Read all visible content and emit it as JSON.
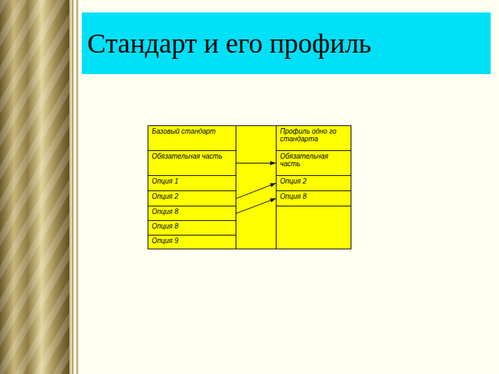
{
  "diagram": {
    "title": "Стандарт и его профиль",
    "nodes": [
      {
        "text": [
          "Стандарт и его профиль"
        ]
      },
      {
        "text": [
          "Базовый стандарт"
        ]
      },
      {
        "text": [
          "Профиль одно го стандарта"
        ]
      },
      {
        "text": [
          "Обязательная часть"
        ]
      },
      {
        "text": [
          "Обязательная часть"
        ]
      },
      {
        "text": [
          "Опция 1"
        ]
      },
      {
        "text": [
          "Опция 2"
        ]
      },
      {
        "text": [
          "Опция 2"
        ]
      },
      {
        "text": [
          "Опция 8"
        ]
      },
      {
        "text": [
          "Опция 8"
        ]
      },
      {
        "text": [
          "Опция 8"
        ]
      },
      {
        "text": [
          "Опция 9"
        ]
      }
    ],
    "edges": [
      {
        "from": 3,
        "to": 4,
        "arrow": "to"
      },
      {
        "from": 7,
        "to": 6,
        "arrow": "to"
      },
      {
        "from": 9,
        "to": 8,
        "arrow": "to"
      }
    ]
  }
}
